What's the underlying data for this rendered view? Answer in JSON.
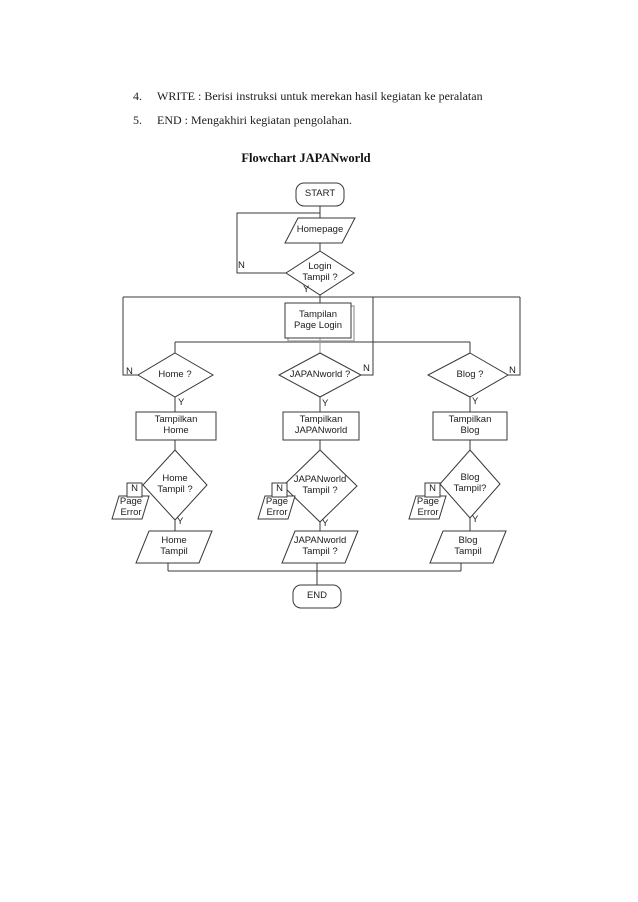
{
  "document": {
    "list_items": [
      {
        "number": "4.",
        "text": "WRITE : Berisi instruksi untuk merekan hasil kegiatan ke peralatan"
      },
      {
        "number": "5.",
        "text": "END : Mengakhiri kegiatan pengolahan."
      }
    ],
    "title": "Flowchart JAPANworld"
  },
  "flowchart": {
    "nodes": {
      "start": "START",
      "homepage": "Homepage",
      "login_tampil_q": "Login Tampil ?",
      "tampilan_page_login": "Tampilan Page Login",
      "home_q": "Home ?",
      "japanworld_q": "JAPANworld ?",
      "blog_q": "Blog ?",
      "tampilkan_home": "Tampilkan Home",
      "tampilkan_japanworld": "Tampilkan JAPANworld",
      "tampilkan_blog": "Tampilkan Blog",
      "home_tampil_q": "Home Tampil ?",
      "japanworld_tampil_q": "JAPANworld Tampil ?",
      "blog_tampil_q": "Blog Tampil?",
      "page_error": "Page Error",
      "home_tampil_out": "Home Tampil",
      "japanworld_tampil_out": "JAPANworld Tampil ?",
      "blog_tampil_out": "Blog Tampil",
      "end": "END"
    },
    "labels": {
      "yes": "Y",
      "no": "N"
    },
    "colors": {
      "line": "#383838",
      "shadow": "#ababab",
      "text": "#1c1c1c",
      "background": "#ffffff"
    }
  }
}
